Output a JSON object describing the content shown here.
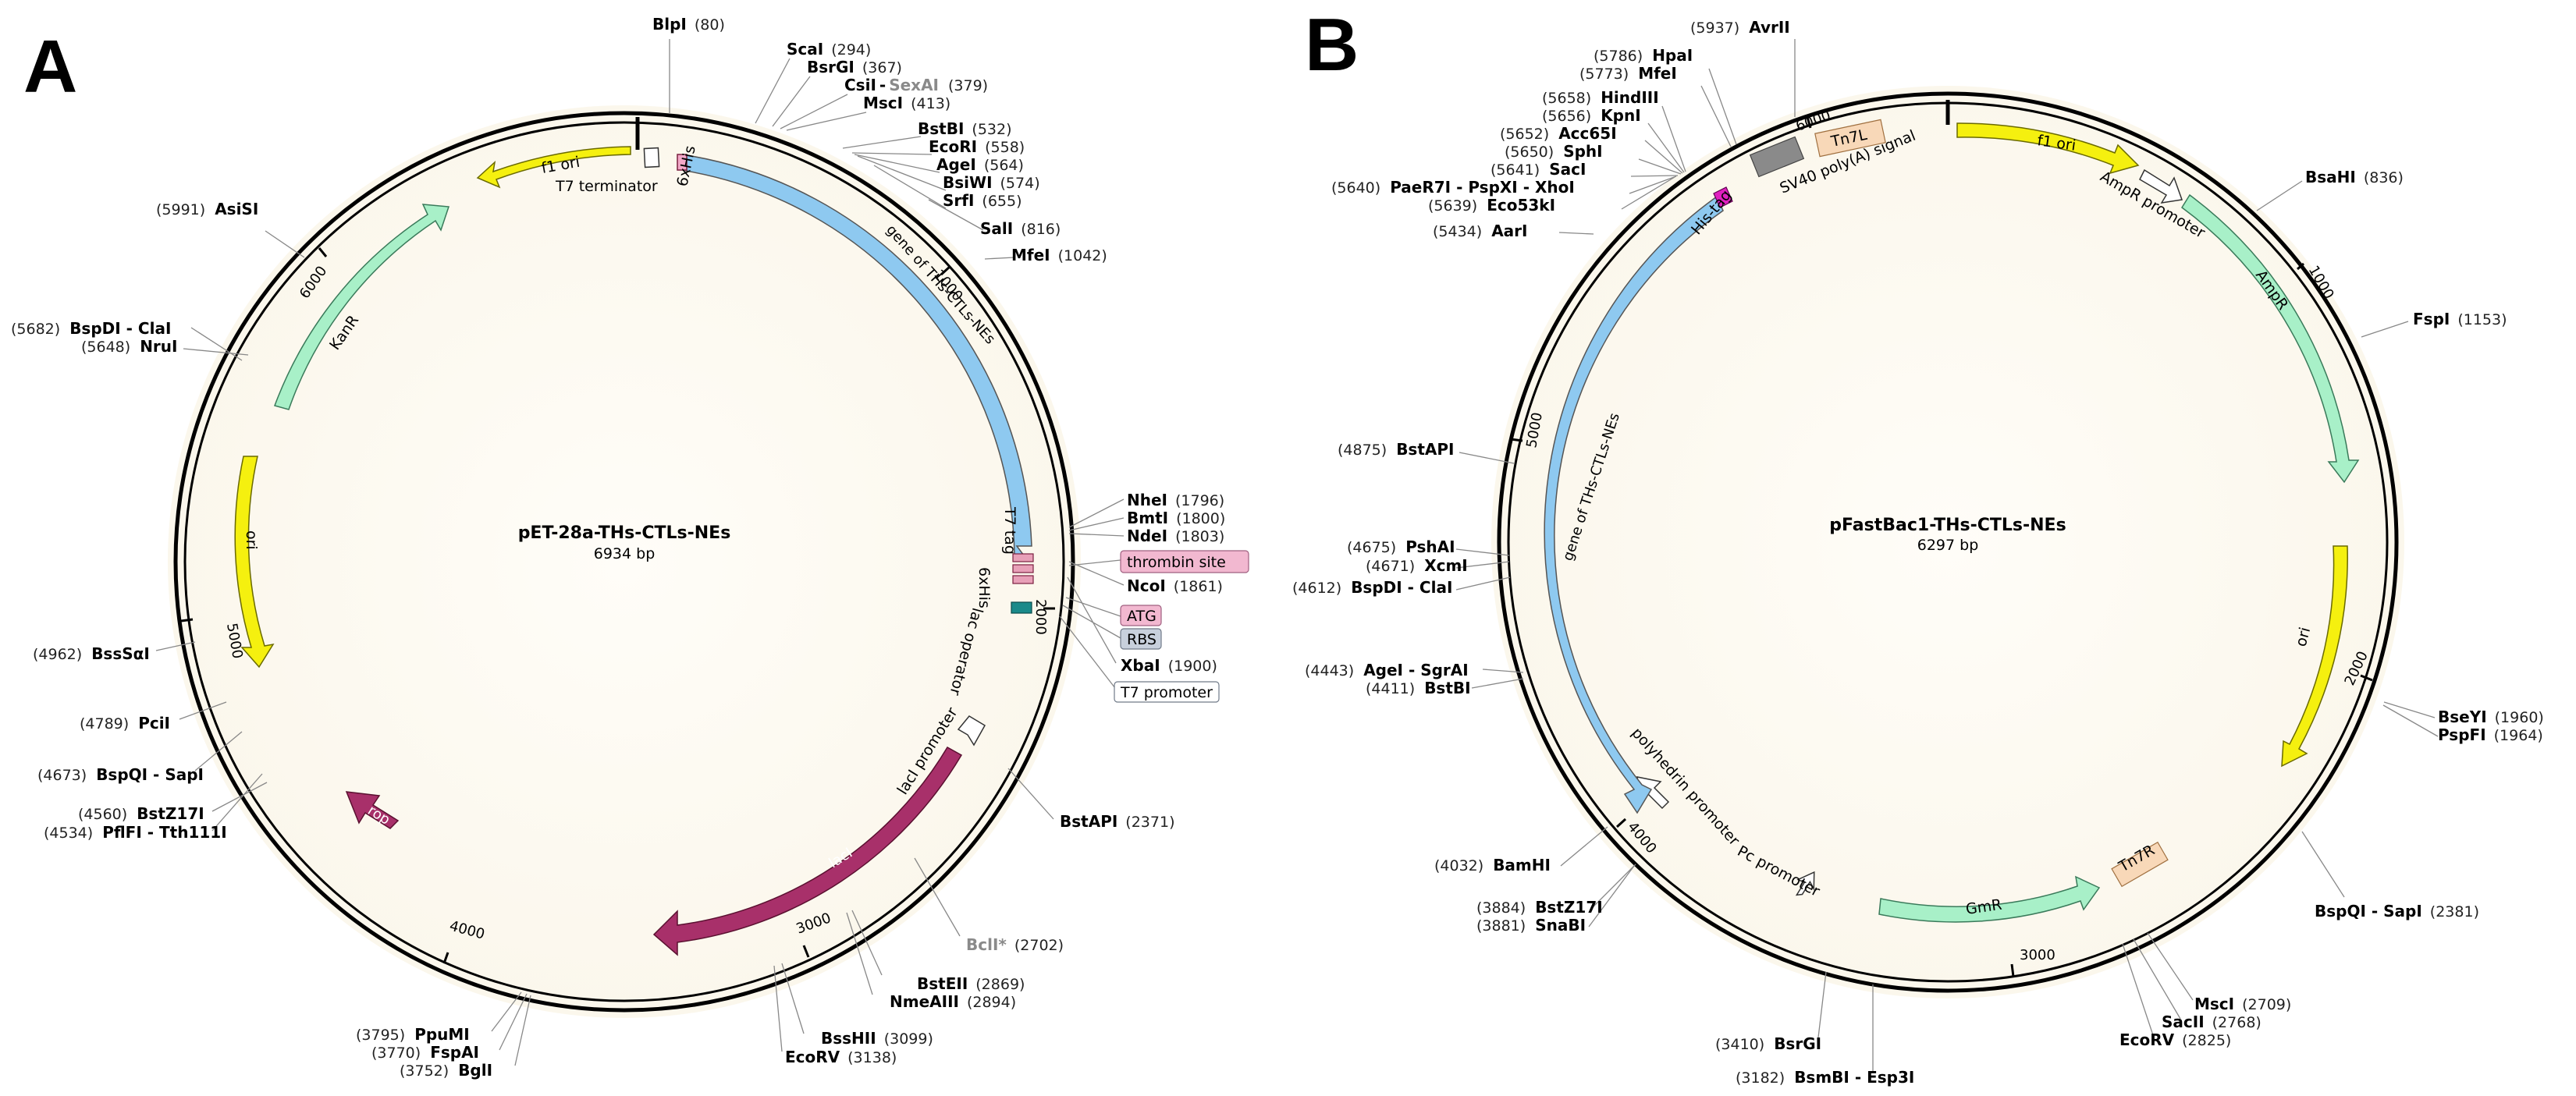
{
  "panels": [
    {
      "letter": "A",
      "plasmid_name": "pET-28a-THs-CTLs-NEs",
      "length_label": "6934 bp",
      "length": 6934,
      "ticks": [
        "1000",
        "2000",
        "3000",
        "4000",
        "5000",
        "6000"
      ],
      "features": [
        {
          "name": "gene of THs-CTLs-NEs",
          "color": "#8ec9f0"
        },
        {
          "name": "lacI",
          "color": "#a8306a"
        },
        {
          "name": "lacI promoter",
          "color": "#ffffff"
        },
        {
          "name": "rop",
          "color": "#a8306a"
        },
        {
          "name": "ori",
          "color": "#f5f00f"
        },
        {
          "name": "KanR",
          "color": "#a8f0c8"
        },
        {
          "name": "f1 ori",
          "color": "#f5f00f"
        },
        {
          "name": "T7 terminator",
          "color": "#ffffff"
        },
        {
          "name": "6xHis",
          "color": "#f2a8c8"
        },
        {
          "name": "T7 tag",
          "color": "#e8a0b8"
        },
        {
          "name": "lac operator",
          "color": "#1a8a8a"
        }
      ],
      "boxed_labels": [
        {
          "text": "thrombin site",
          "color": "#f2b8d0"
        },
        {
          "text": "ATG",
          "color": "#f2b8d0"
        },
        {
          "text": "RBS",
          "color": "#c8d0dc"
        },
        {
          "text": "T7 promoter",
          "color": "#ffffff"
        }
      ],
      "sites": [
        {
          "name": "BlpI",
          "pos": "(80)"
        },
        {
          "name": "ScaI",
          "pos": "(294)"
        },
        {
          "name": "BsrGI",
          "pos": "(367)"
        },
        {
          "name": "CsiI",
          "name2": "SexAI",
          "pos": "(379)"
        },
        {
          "name": "MscI",
          "pos": "(413)"
        },
        {
          "name": "BstBI",
          "pos": "(532)"
        },
        {
          "name": "EcoRI",
          "pos": "(558)"
        },
        {
          "name": "AgeI",
          "pos": "(564)"
        },
        {
          "name": "BsiWI",
          "pos": "(574)"
        },
        {
          "name": "SrfI",
          "pos": "(655)"
        },
        {
          "name": "SalI",
          "pos": "(816)"
        },
        {
          "name": "MfeI",
          "pos": "(1042)"
        },
        {
          "name": "NheI",
          "pos": "(1796)"
        },
        {
          "name": "BmtI",
          "pos": "(1800)"
        },
        {
          "name": "NdeI",
          "pos": "(1803)"
        },
        {
          "name": "NcoI",
          "pos": "(1861)"
        },
        {
          "name": "XbaI",
          "pos": "(1900)"
        },
        {
          "name": "BstAPI",
          "pos": "(2371)"
        },
        {
          "name": "BclI*",
          "pos": "(2702)"
        },
        {
          "name": "BstEII",
          "pos": "(2869)"
        },
        {
          "name": "NmeAIII",
          "pos": "(2894)"
        },
        {
          "name": "BssHII",
          "pos": "(3099)"
        },
        {
          "name": "EcoRV",
          "pos": "(3138)"
        },
        {
          "name": "PpuMI",
          "pos": "(3795)"
        },
        {
          "name": "FspAI",
          "pos": "(3770)"
        },
        {
          "name": "BglI",
          "pos": "(3752)"
        },
        {
          "name": "BstZ17I",
          "pos": "(4560)"
        },
        {
          "name": "PflFI - Tth111I",
          "pos": "(4534)"
        },
        {
          "name": "BspQI - SapI",
          "pos": "(4673)"
        },
        {
          "name": "PciI",
          "pos": "(4789)"
        },
        {
          "name": "BssSαI",
          "pos": "(4962)"
        },
        {
          "name": "BspDI - ClaI",
          "pos": "(5682)"
        },
        {
          "name": "NruI",
          "pos": "(5648)"
        },
        {
          "name": "AsiSI",
          "pos": "(5991)"
        }
      ]
    },
    {
      "letter": "B",
      "plasmid_name": "pFastBac1-THs-CTLs-NEs",
      "length_label": "6297 bp",
      "length": 6297,
      "ticks": [
        "1000",
        "2000",
        "3000",
        "4000",
        "5000",
        "6000"
      ],
      "features": [
        {
          "name": "f1 ori",
          "color": "#f5f00f"
        },
        {
          "name": "AmpR promoter",
          "color": "#ffffff"
        },
        {
          "name": "AmpR",
          "color": "#a8f0c8"
        },
        {
          "name": "ori",
          "color": "#f5f00f"
        },
        {
          "name": "Tn7R",
          "color": "#f8d8b8"
        },
        {
          "name": "GmR",
          "color": "#a8f0c8"
        },
        {
          "name": "Pc promoter",
          "color": "#ffffff"
        },
        {
          "name": "polyhedrin promoter",
          "color": "#ffffff"
        },
        {
          "name": "gene of THs-CTLs-NEs",
          "color": "#8ec9f0"
        },
        {
          "name": "His-tag",
          "color": "#e020c0"
        },
        {
          "name": "SV40 poly(A) signal",
          "color": "#8a8a8a"
        },
        {
          "name": "Tn7L",
          "color": "#f8d8b8"
        }
      ],
      "sites": [
        {
          "name": "AvrII",
          "pos": "(5937)"
        },
        {
          "name": "HpaI",
          "pos": "(5786)"
        },
        {
          "name": "MfeI",
          "pos": "(5773)"
        },
        {
          "name": "HindIII",
          "pos": "(5658)"
        },
        {
          "name": "KpnI",
          "pos": "(5656)"
        },
        {
          "name": "Acc65I",
          "pos": "(5652)"
        },
        {
          "name": "SphI",
          "pos": "(5650)"
        },
        {
          "name": "SacI",
          "pos": "(5641)"
        },
        {
          "name": "PaeR7I - PspXI - XhoI",
          "pos": "(5640)"
        },
        {
          "name": "Eco53kI",
          "pos": "(5639)"
        },
        {
          "name": "AarI",
          "pos": "(5434)"
        },
        {
          "name": "BsaHI",
          "pos": "(836)"
        },
        {
          "name": "FspI",
          "pos": "(1153)"
        },
        {
          "name": "BseYI",
          "pos": "(1960)"
        },
        {
          "name": "PspFI",
          "pos": "(1964)"
        },
        {
          "name": "BspQI - SapI",
          "pos": "(2381)"
        },
        {
          "name": "MscI",
          "pos": "(2709)"
        },
        {
          "name": "SacII",
          "pos": "(2768)"
        },
        {
          "name": "EcoRV",
          "pos": "(2825)"
        },
        {
          "name": "BsrGI",
          "pos": "(3410)"
        },
        {
          "name": "BsmBI - Esp3I",
          "pos": "(3182)"
        },
        {
          "name": "BstZ17I",
          "pos": "(3884)"
        },
        {
          "name": "SnaBI",
          "pos": "(3881)"
        },
        {
          "name": "BamHI",
          "pos": "(4032)"
        },
        {
          "name": "AgeI - SgrAI",
          "pos": "(4443)"
        },
        {
          "name": "BstBI",
          "pos": "(4411)"
        },
        {
          "name": "BspDI - ClaI",
          "pos": "(4612)"
        },
        {
          "name": "XcmI",
          "pos": "(4671)"
        },
        {
          "name": "PshAI",
          "pos": "(4675)"
        },
        {
          "name": "BstAPI",
          "pos": "(4875)"
        }
      ]
    }
  ]
}
